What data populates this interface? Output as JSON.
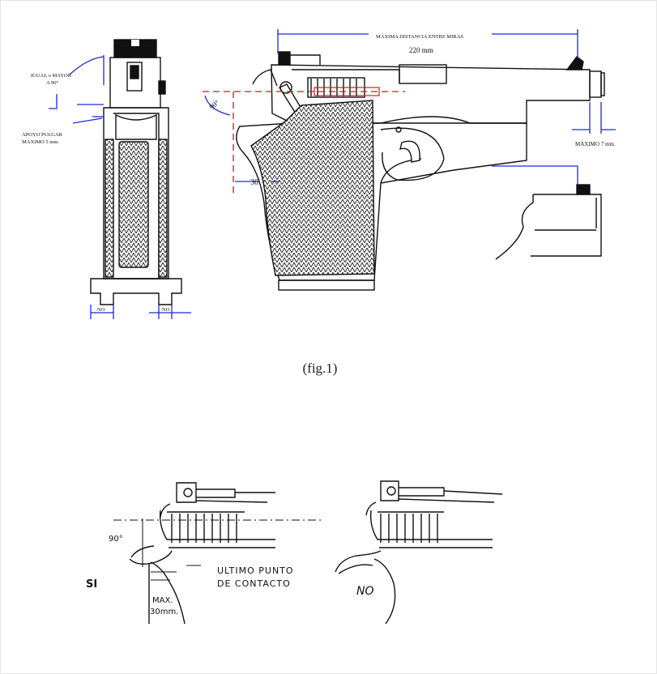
{
  "figure1": {
    "caption": "(fig.1)",
    "labels": {
      "angle_note_line1": "IGUAL o MAYOR",
      "angle_note_line2": "A 90°",
      "thumb_note_line1": "APOYO PULGAR",
      "thumb_note_line2": "MÁXIMO  5 mm.",
      "sight_distance": "MÁXIMA DISTANCIA ENTRE MIRAS",
      "sight_distance_value": "220 mm",
      "muzzle_max": "MÁXIMO  7 mm.",
      "angle_90": "90°",
      "grip_30": "30",
      "no_left": "NO",
      "no_right": "NO"
    }
  },
  "figure2": {
    "si_label": "SI",
    "angle_90": "90°",
    "contact_line1": "ULTIMO PUNTO",
    "contact_line2": "DE CONTACTO",
    "max_line1": "MAX.",
    "max_line2": "30mm.",
    "no_label": "NO"
  },
  "colors": {
    "dimension_blue": "#1a2bd6",
    "guide_red": "#d41818",
    "ink": "#111111"
  }
}
